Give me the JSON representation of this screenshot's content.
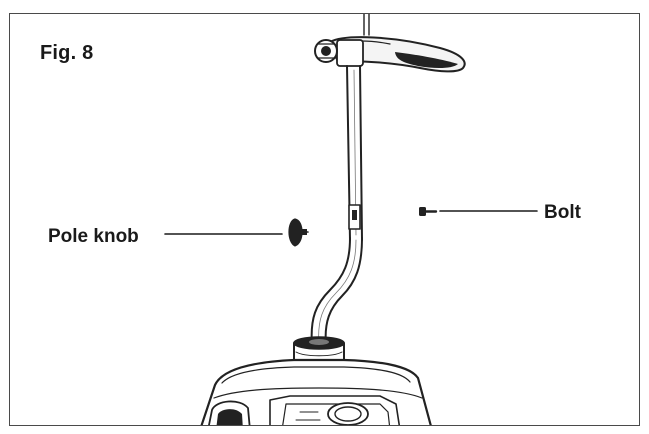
{
  "figure": {
    "title": "Fig. 8",
    "labels": {
      "pole_knob": "Pole knob",
      "bolt": "Bolt"
    }
  }
}
